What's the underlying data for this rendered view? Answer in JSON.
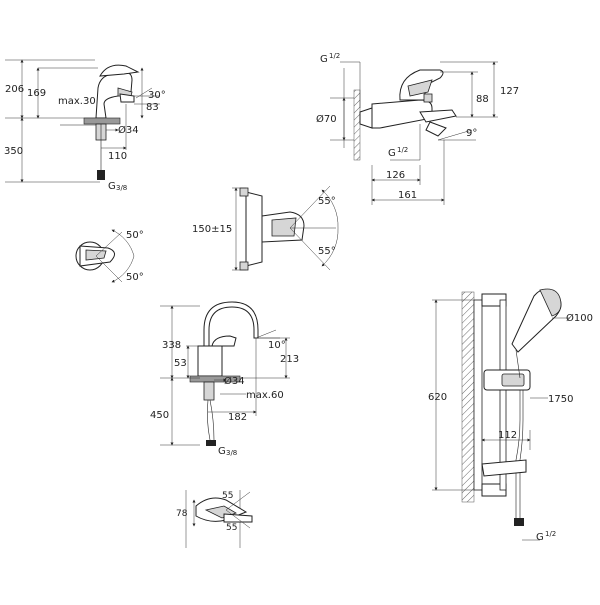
{
  "basin_mixer": {
    "dim_206": "206",
    "dim_169": "169",
    "dim_max30": "max.30",
    "dim_angle30": "30°",
    "dim_83": "83",
    "dim_350": "350",
    "dim_dia34": "Ø34",
    "dim_110": "110",
    "thread_g": "G",
    "thread_frac": "3/8"
  },
  "basin_lever_top": {
    "angle_top": "50°",
    "angle_bottom": "50°"
  },
  "bath_mixer": {
    "thread_top_g": "G",
    "thread_top_frac": "1/2",
    "dim_127": "127",
    "dim_88": "88",
    "dim_dia70": "Ø70",
    "dim_angle9": "9°",
    "thread_bottom_g": "G",
    "thread_bottom_frac": "1/2",
    "dim_126": "126",
    "dim_161": "161"
  },
  "bath_lever_top": {
    "dim_150": "150±15",
    "angle_top": "55°",
    "angle_bottom": "55°"
  },
  "sink_mixer": {
    "dim_338": "338",
    "dim_angle10": "10°",
    "dim_213": "213",
    "dim_53": "53",
    "dim_dia34": "Ø34",
    "dim_450": "450",
    "dim_max60": "max.60",
    "dim_182": "182",
    "thread_g": "G",
    "thread_frac": "3/8"
  },
  "sink_lever_top": {
    "angle_top": "55",
    "dim_78": "78",
    "angle_bottom": "55"
  },
  "shower_set": {
    "dim_dia100": "Ø100",
    "dim_620": "620",
    "dim_1750": "1750",
    "dim_112": "112",
    "thread_g": "G",
    "thread_frac": "1/2"
  }
}
